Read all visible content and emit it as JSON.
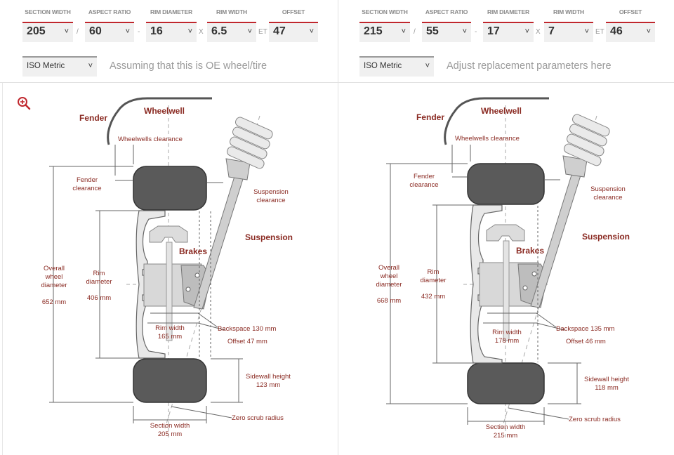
{
  "left": {
    "fields": [
      {
        "label": "SECTION WIDTH",
        "value": "205"
      },
      {
        "label": "ASPECT RATIO",
        "value": "60"
      },
      {
        "label": "RIM DIAMETER",
        "value": "16"
      },
      {
        "label": "RIM WIDTH",
        "value": "6.5"
      },
      {
        "label": "OFFSET",
        "value": "47"
      }
    ],
    "separators": [
      "/",
      "-",
      "X",
      "ET"
    ],
    "unit": "ISO Metric",
    "note": "Assuming that this is OE wheel/tire",
    "diagram": {
      "wheelwell": "Wheelwell",
      "fender": "Fender",
      "wheelwells_clearance": "Wheelwells clearance",
      "fender_clearance_1": "Fender",
      "fender_clearance_2": "clearance",
      "suspension_clearance_1": "Suspension",
      "suspension_clearance_2": "clearance",
      "suspension": "Suspension",
      "brakes": "Brakes",
      "overall_1": "Overall",
      "overall_2": "wheel",
      "overall_3": "diameter",
      "overall_value": "652 mm",
      "rim_diam_1": "Rim",
      "rim_diam_2": "diameter",
      "rim_diam_value": "406 mm",
      "rim_width_1": "Rim width",
      "rim_width_value": "165 mm",
      "backspace": "Backspace 130 mm",
      "offset": "Offset 47 mm",
      "sidewall_1": "Sidewall height",
      "sidewall_value": "123 mm",
      "zero_scrub": "Zero scrub radius",
      "section_width_1": "Section width",
      "section_width_value": "205 mm"
    }
  },
  "right": {
    "fields": [
      {
        "label": "SECTION WIDTH",
        "value": "215"
      },
      {
        "label": "ASPECT RATIO",
        "value": "55"
      },
      {
        "label": "RIM DIAMETER",
        "value": "17"
      },
      {
        "label": "RIM WIDTH",
        "value": "7"
      },
      {
        "label": "OFFSET",
        "value": "46"
      }
    ],
    "separators": [
      "/",
      "-",
      "X",
      "ET"
    ],
    "unit": "ISO Metric",
    "note": "Adjust replacement parameters here",
    "diagram": {
      "wheelwell": "Wheelwell",
      "fender": "Fender",
      "wheelwells_clearance": "Wheelwells clearance",
      "fender_clearance_1": "Fender",
      "fender_clearance_2": "clearance",
      "suspension_clearance_1": "Suspension",
      "suspension_clearance_2": "clearance",
      "suspension": "Suspension",
      "brakes": "Brakes",
      "overall_1": "Overall",
      "overall_2": "wheel",
      "overall_3": "diameter",
      "overall_value": "668 mm",
      "rim_diam_1": "Rim",
      "rim_diam_2": "diameter",
      "rim_diam_value": "432 mm",
      "rim_width_1": "Rim width",
      "rim_width_value": "178 mm",
      "backspace": "Backspace 135 mm",
      "offset": "Offset 46 mm",
      "sidewall_1": "Sidewall height",
      "sidewall_value": "118 mm",
      "zero_scrub": "Zero scrub radius",
      "section_width_1": "Section width",
      "section_width_value": "215 mm"
    }
  },
  "colors": {
    "accent": "#c0272d",
    "label_text": "#8a2a22",
    "tire": "#5a5a5a"
  },
  "icons": {
    "zoom": "zoom-in-icon",
    "chevron": "chevron-down-icon"
  }
}
